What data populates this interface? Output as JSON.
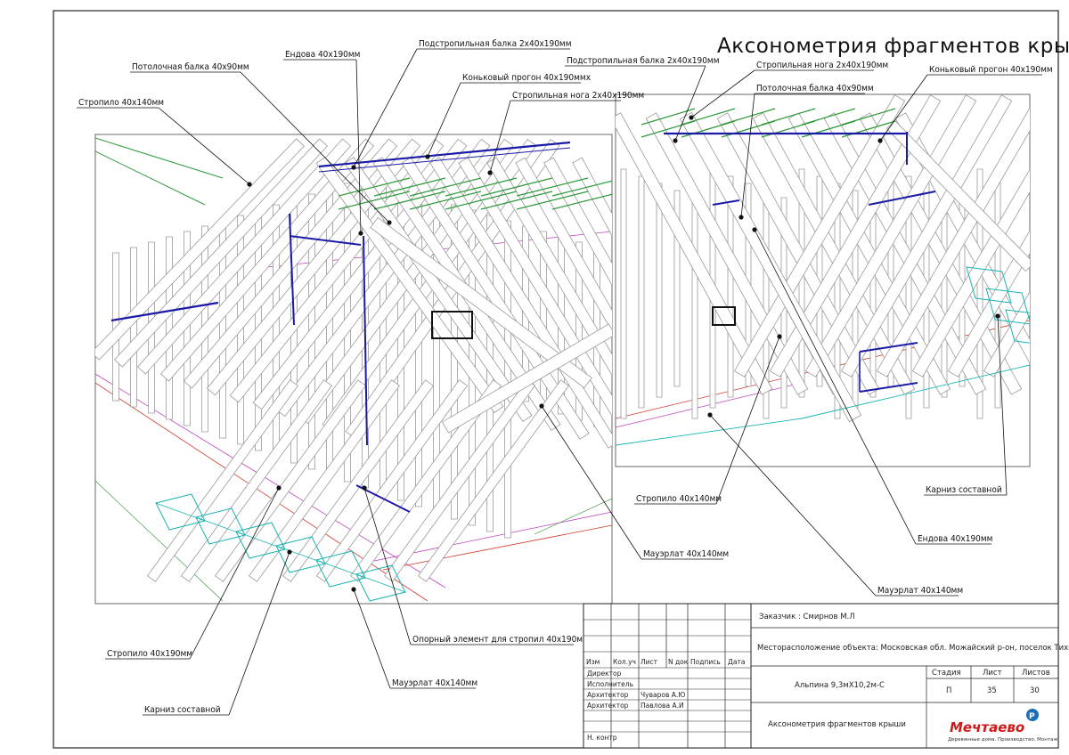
{
  "drawing": {
    "title": "Аксонометрия фрагментов крыши",
    "callouts_left": [
      {
        "id": "podstr-balka-1",
        "text": "Подстропильная балка 2х40х190мм"
      },
      {
        "id": "endova-1",
        "text": "Ендова 40х190мм"
      },
      {
        "id": "potolochnaya-balka-1",
        "text": "Потолочная балка 40х90мм"
      },
      {
        "id": "konkovy-progon-1",
        "text": "Коньковый прогон 40х190ммх"
      },
      {
        "id": "stropilnaya-noga-1",
        "text": "Стропильная нога 2х40х190мм"
      },
      {
        "id": "stropilo-1",
        "text": "Стропило 40х140мм"
      },
      {
        "id": "stropilo-2",
        "text": "Стропило 40х190мм"
      },
      {
        "id": "opornyi-element",
        "text": "Опорный элемент для стропил 40х190мм"
      },
      {
        "id": "mauerlat-1",
        "text": "Мауэрлат 40х140мм"
      },
      {
        "id": "karniz-1",
        "text": "Карниз составной"
      },
      {
        "id": "mauerlat-2",
        "text": "Мауэрлат 40х140мм"
      }
    ],
    "callouts_right": [
      {
        "id": "podstr-balka-2",
        "text": "Подстропильная балка 2х40х190мм"
      },
      {
        "id": "stropilnaya-noga-2",
        "text": "Стропильная нога 2х40х190мм"
      },
      {
        "id": "konkovy-progon-2",
        "text": "Коньковый прогон 40х190мм"
      },
      {
        "id": "potolochnaya-balka-2",
        "text": "Потолочная балка 40х90мм"
      },
      {
        "id": "stropilo-3",
        "text": "Стропило 40х140мм"
      },
      {
        "id": "karniz-2",
        "text": "Карниз составной"
      },
      {
        "id": "endova-2",
        "text": "Ендова 40х190мм"
      },
      {
        "id": "mauerlat-3",
        "text": "Мауэрлат 40х140мм"
      }
    ]
  },
  "stamp": {
    "customer": "Заказчик : Смирнов М.Л",
    "location": "Месторасположение объекта: Московская обл. Можайский р-он, поселок Тихий луг",
    "headers": [
      "Изм",
      "Кол.уч",
      "Лист",
      "N док",
      "Подпись",
      "Дата"
    ],
    "roles": [
      {
        "role": "Директор",
        "name": ""
      },
      {
        "role": "Исполнитель",
        "name": ""
      },
      {
        "role": "Архитектор",
        "name": "Чуваров А.Ю"
      },
      {
        "role": "Архитектор",
        "name": "Павлова А.И"
      },
      {
        "role": "",
        "name": ""
      },
      {
        "role": "Н. контр",
        "name": ""
      }
    ],
    "project": "Альпина 9,3мХ10,2м-С",
    "stage_label": "Стадия",
    "sheet_label": "Лист",
    "sheets_label": "Листов",
    "stage": "П",
    "sheet": "35",
    "sheets": "30",
    "sheet_title": "Аксонометрия фрагментов крыши",
    "brand": "Мечтаево",
    "brand_sub": "Деревянные дома. Производство. Монтаж.",
    "brand_color": "#d01818",
    "brand_icon_color": "#1a6fb5"
  },
  "colors": {
    "frame": "#222222",
    "timber_edge": "#9a9a9a",
    "green": "#2e9a3a",
    "blue": "#1a1aa6",
    "cyan": "#19b3b3",
    "red": "#d03a2a",
    "magenta": "#c040c0"
  }
}
